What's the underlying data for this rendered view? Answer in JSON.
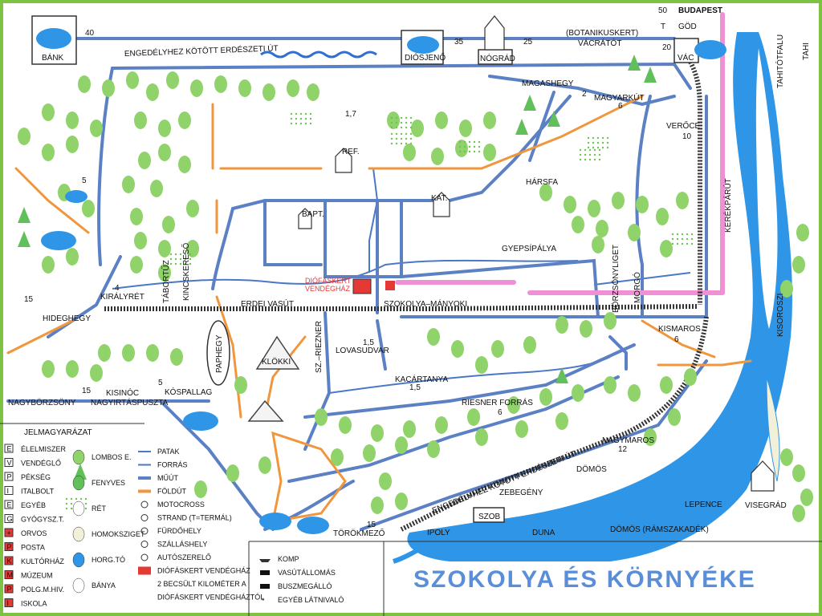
{
  "map": {
    "title": "SZOKOLYA ÉS KÖRNYÉKE",
    "colors": {
      "frame": "#7dc242",
      "road": "#5b80c4",
      "dirt": "#f0963c",
      "water": "#2f95e6",
      "tree": "#8fd36a",
      "pink": "#ef8fd4",
      "rail": "#333333"
    },
    "places": {
      "bank": "BÁNK",
      "diosjeno": "DIÓSJENŐ",
      "nograd": "NÓGRÁD",
      "budapest": "BUDAPEST",
      "vac": "VÁC",
      "god": "GÖD",
      "vacratot": "VÁCRÁTÓT",
      "botanikuskert": "(BOTANIKUSKERT)",
      "magashegy": "MAGASHEGY",
      "magyarkut": "MAGYARKÚT",
      "veroce": "VERŐCE",
      "kerekparut": "KERÉKPÁRÚT",
      "tahitotfalu": "TAHITÓTFALU",
      "tahi": "TAHI",
      "hegyipalya": "GYEPSÍPÁLYA",
      "harsfa": "HÁRSFA",
      "ref": "REF.",
      "kat": "KAT.",
      "bapt": "BAPT.",
      "diofaskert": "DIÓFÁSKERT",
      "vendeghaz": "VENDÉGHÁZ",
      "szokolya_manyoki": "SZOKOLYA–MÁNYOKI",
      "erdei_vasut": "ERDEI VASÚT",
      "borzsonyliget": "BÖRZSÖNYLIGET",
      "morgo": "MORGÓ",
      "kismaros": "KISMAROS",
      "kisoroszi": "KISOROSZI",
      "kiralyret": "KIRÁLYRÉT",
      "tabortuz": "TÁBORTŰZ",
      "kincskereso": "KINCSKERESŐ",
      "hideghegy": "HIDEGHEGY",
      "paphegy": "PAPHEGY",
      "klokki": "KLÖKKI",
      "sz_riezner": "SZ.–RIEZNER",
      "lovasudvar": "LOVASUDVAR",
      "kacartanya": "KACÁRTANYA",
      "riesner_forras": "RIESNER FORRÁS",
      "kospallag": "KÓSPALLAG",
      "kisinoc": "KISINÓC",
      "nagyborzsony": "NAGYBÖRZSÖNY",
      "nagyirtaspuszta": "NAGYIRTÁSPUSZTA",
      "nagymaros": "NAGYMAROS",
      "domos": "DÖMÖS",
      "zebegeny": "ZEBEGÉNY",
      "szob": "SZOB",
      "ipoly": "IPOLY",
      "duna": "DUNA",
      "lepence": "LEPENCE",
      "visegrad": "VISEGRÁD",
      "domos_ramszakadek": "DÖMÖS (RÁMSZAKADÉK)",
      "torokmezo": "TÖRÖKMEZŐ",
      "engedelyhez_top": "ENGEDÉLYHEZ KÖTÖTT ERDÉSZETI ÚT",
      "engedelyhez_bottom": "ENGEDÉLYHEZ KÖTÖTT ERDÉSZETI ÚT"
    },
    "distances": {
      "d40": "40",
      "d35": "35",
      "d25": "25",
      "d50": "50",
      "d20": "20",
      "d2": "2",
      "d6": "6",
      "d10": "10",
      "d1_7": "1,7",
      "d4": "4",
      "d15a": "15",
      "d5a": "5",
      "d5b": "5",
      "d15b": "15",
      "d1_5a": "1,5",
      "d1_5b": "1,5",
      "d6b": "6",
      "d6c": "6",
      "d12": "12",
      "d15c": "15",
      "dT": "T"
    },
    "legend": {
      "heading": "JELMAGYARÁZAT",
      "col1": [
        {
          "sym": "E",
          "label": "ÉLELMISZER"
        },
        {
          "sym": "V",
          "label": "VENDÉGLŐ"
        },
        {
          "sym": "P",
          "label": "PÉKSÉG"
        },
        {
          "sym": "I",
          "label": "ITALBOLT"
        },
        {
          "sym": "E",
          "label": "EGYÉB"
        },
        {
          "sym": "G",
          "label": "GYÓGYSZ.T."
        },
        {
          "sym": "+",
          "label": "ORVOS"
        },
        {
          "sym": "P",
          "label": "POSTA"
        },
        {
          "sym": "K",
          "label": "KULTÓRHÁZ"
        },
        {
          "sym": "M",
          "label": "MÚZEUM"
        },
        {
          "sym": "P",
          "label": "POLG.M.HIV."
        },
        {
          "sym": "I",
          "label": "ISKOLA"
        }
      ],
      "col2": [
        {
          "label": "LOMBOS E."
        },
        {
          "label": "FENYVES"
        },
        {
          "label": "RÉT"
        },
        {
          "label": "HOMOKSZIGET"
        },
        {
          "label": "HORG.TÓ"
        },
        {
          "label": "BÁNYA"
        }
      ],
      "col3": [
        {
          "label": "PATAK"
        },
        {
          "label": "FORRÁS"
        },
        {
          "label": "MŰÚT"
        },
        {
          "label": "FÖLDÚT"
        },
        {
          "label": "MOTOCROSS"
        },
        {
          "label": "STRAND (T=TERMÁL)"
        },
        {
          "label": "FÜRDŐHELY"
        },
        {
          "label": "SZÁLLÁSHELY"
        },
        {
          "label": "AUTÓSZERELŐ"
        },
        {
          "label": "DIÓFÁSKERT VENDÉGHÁZ"
        },
        {
          "label": "2 BECSÜLT KILOMÉTER A"
        },
        {
          "label": "DIÓFÁSKERT VENDÉGHÁZTÓL"
        }
      ],
      "col4": [
        {
          "label": "KOMP"
        },
        {
          "label": "VASÚTÁLLOMÁS"
        },
        {
          "label": "BUSZMEGÁLLÓ"
        },
        {
          "label": "EGYÉB LÁTNIVALÓ"
        }
      ]
    }
  }
}
